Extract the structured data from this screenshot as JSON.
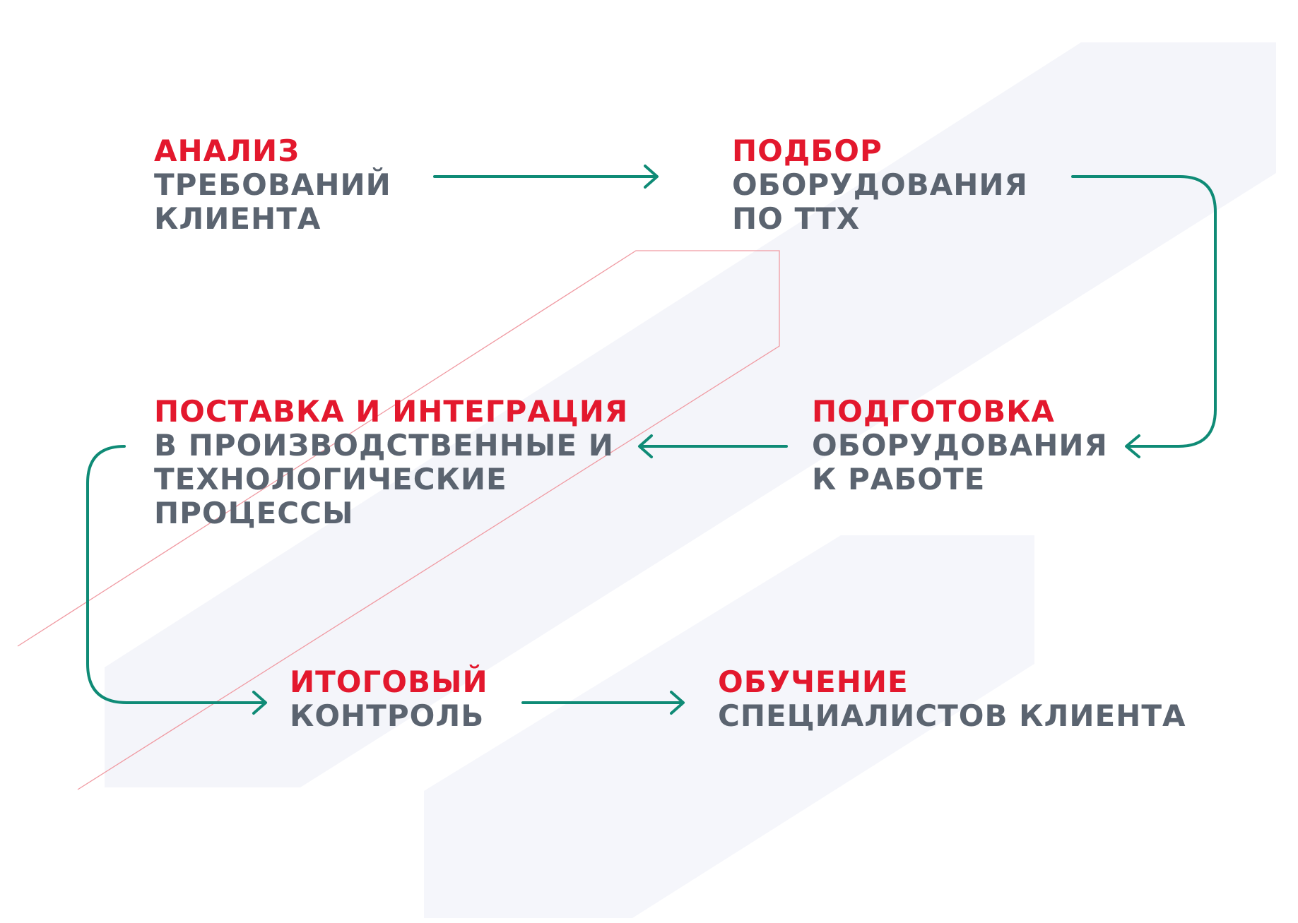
{
  "colors": {
    "accent": "#E3182D",
    "text": "#5B6470",
    "arrow": "#0F8B76",
    "band": "#F3F5FA",
    "thin_line": "#F09AA2"
  },
  "steps": [
    {
      "title": "АНАЛИЗ",
      "lines": [
        "ТРЕБОВАНИЙ",
        "КЛИЕНТА"
      ]
    },
    {
      "title": "ПОДБОР",
      "lines": [
        "ОБОРУДОВАНИЯ",
        "ПО ТТХ"
      ]
    },
    {
      "title": "ПОДГОТОВКА",
      "lines": [
        "ОБОРУДОВАНИЯ",
        "К РАБОТЕ"
      ]
    },
    {
      "title": "ПОСТАВКА И ИНТЕГРАЦИЯ",
      "lines": [
        "В ПРОИЗВОДСТВЕННЫЕ И",
        "ТЕХНОЛОГИЧЕСКИЕ",
        "ПРОЦЕССЫ"
      ]
    },
    {
      "title": "ИТОГОВЫЙ",
      "lines": [
        "КОНТРОЛЬ"
      ]
    },
    {
      "title": "ОБУЧЕНИЕ",
      "lines": [
        "СПЕЦИАЛИСТОВ КЛИЕНТА"
      ]
    }
  ]
}
